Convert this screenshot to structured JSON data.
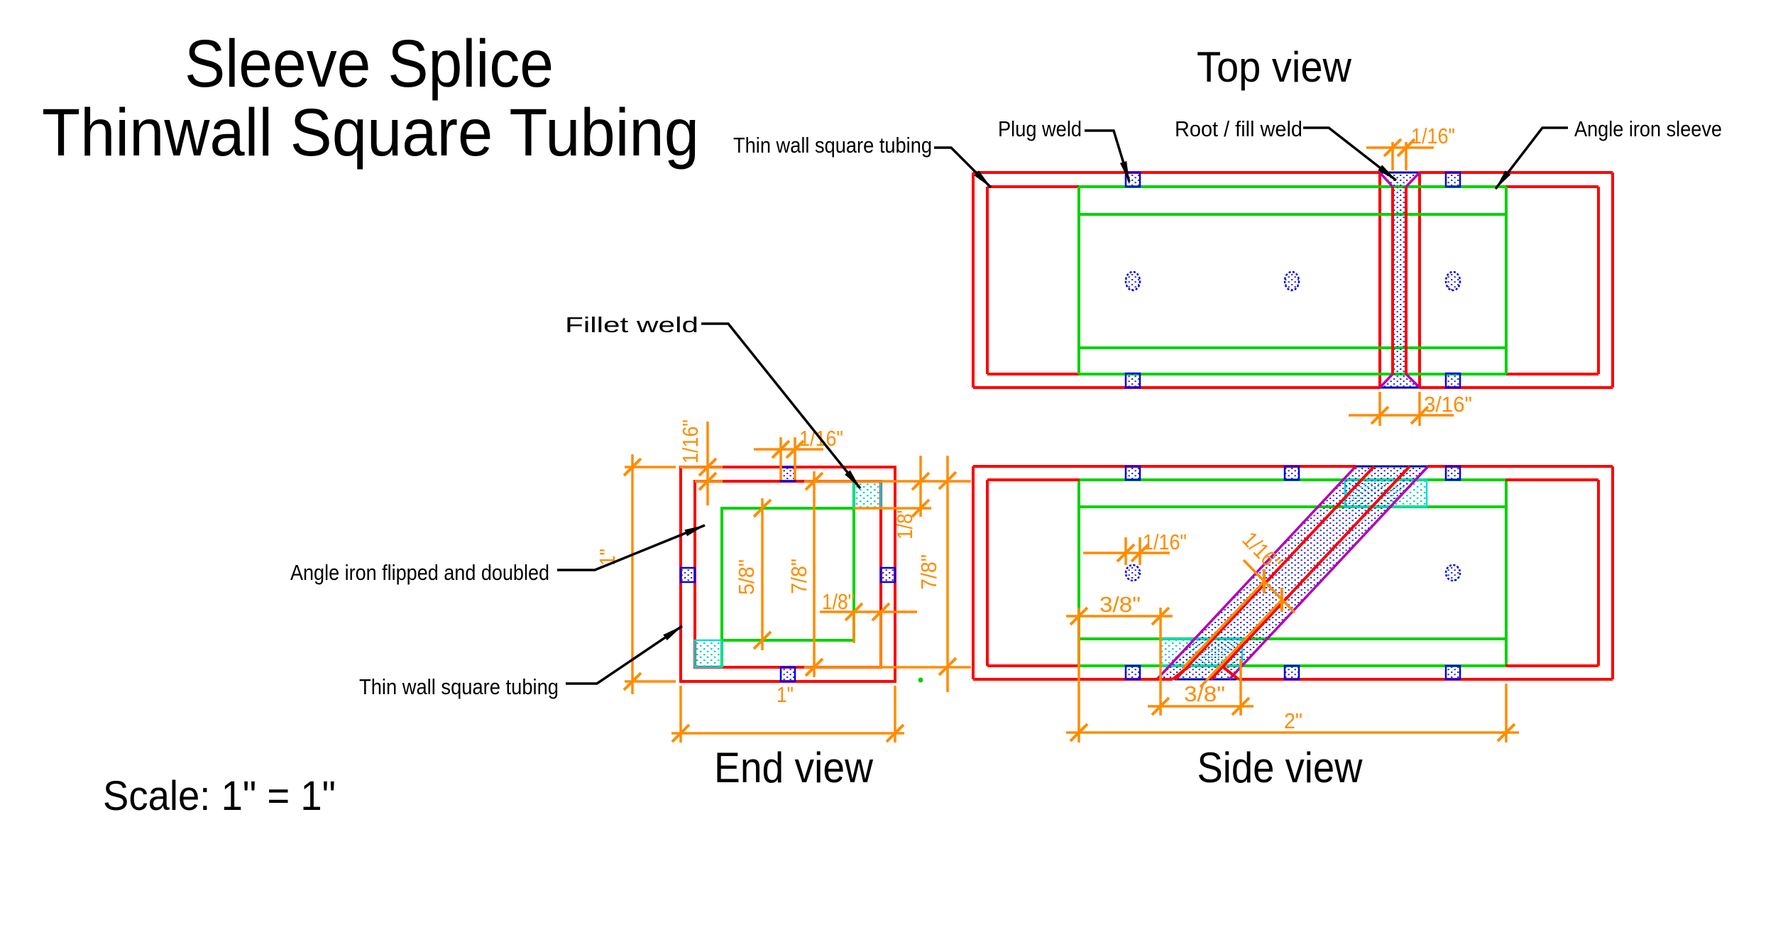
{
  "title": {
    "line1": "Sleeve Splice",
    "line2": "Thinwall Square Tubing"
  },
  "scale_note": "Scale: 1\" = 1\"",
  "views": {
    "top": "Top view",
    "end": "End view",
    "side": "Side view"
  },
  "labels": {
    "thin_wall_top": "Thin wall square tubing",
    "plug_weld": "Plug weld",
    "root_fill_weld": "Root / fill weld",
    "angle_iron_sleeve": "Angle iron sleeve",
    "fillet_weld": "Fillet weld",
    "angle_iron_flipped": "Angle iron flipped and doubled",
    "thin_wall_end": "Thin wall square tubing"
  },
  "dims": {
    "sixteenth": "1/16\"",
    "three_sixteenth": "3/16\"",
    "eighth": "1/8\"",
    "five_eighth": "5/8\"",
    "seven_eighth": "7/8\"",
    "one_inch": "1\"",
    "two_inch": "2\"",
    "three_eighth": "3/8\""
  },
  "colors": {
    "red": "#ff0000",
    "green": "#00d400",
    "orange": "#ff8c00",
    "magenta": "#b400b4",
    "blue": "#0000ee",
    "navy": "#0000a8",
    "cyan": "#00dcdc",
    "hatch_blue": "#3434cc",
    "hatch_cyan": "#00c8c8",
    "black": "#000000",
    "background": "#ffffff"
  }
}
